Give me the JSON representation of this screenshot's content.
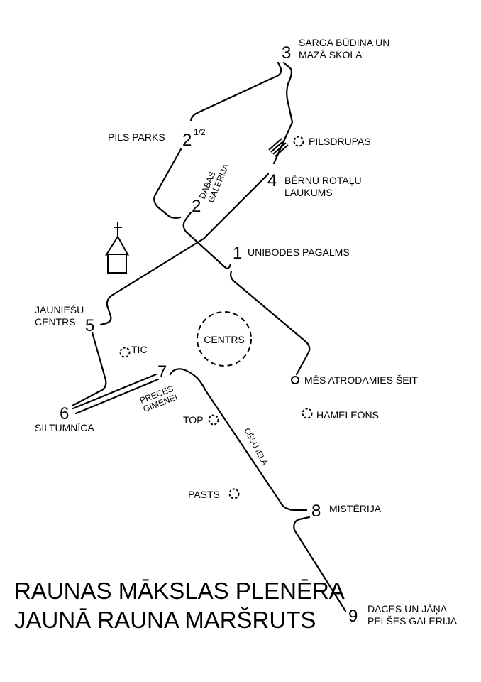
{
  "title": {
    "line1": "RAUNAS MĀKSLAS PLENĒRA",
    "line2": "JAUNĀ RAUNA MARŠRUTS"
  },
  "stops": {
    "s1": {
      "number": "1",
      "name": "UNIBODES PAGALMS"
    },
    "s2": {
      "number": "2",
      "name_line1": "DABAS",
      "name_line2": "GALERIJA"
    },
    "s2half": {
      "number": "2",
      "fraction": "1/2",
      "name": "PILS PARKS"
    },
    "s3": {
      "number": "3",
      "name_line1": "SARGA BŪDIŅA UN",
      "name_line2": "MAZĀ SKOLA"
    },
    "s4": {
      "number": "4",
      "name_line1": "BĒRNU ROTAĻU",
      "name_line2": "LAUKUMS"
    },
    "s5": {
      "number": "5",
      "name_line1": "JAUNIEŠU",
      "name_line2": "CENTRS"
    },
    "s6": {
      "number": "6",
      "name": "SILTUMNĪCA"
    },
    "s7": {
      "number": "7",
      "name_line1": "PRECES",
      "name_line2": "ĢIMENEI"
    },
    "s8": {
      "number": "8",
      "name": "MISTĒRIJA"
    },
    "s9": {
      "number": "9",
      "name_line1": "DACES UN JĀŅA",
      "name_line2": "PELŠES GALERIJA"
    }
  },
  "landmarks": {
    "pilsdrupas": "PILSDRUPAS",
    "tic": "TIC",
    "top": "TOP",
    "pasts": "PASTS",
    "hameleons": "HAMELEONS",
    "centrs": "CENTRS",
    "you_are_here": "MĒS ATRODAMIES ŠEIT"
  },
  "street": "CĒSU IELA",
  "icons": {
    "church": "church-icon",
    "you_are_here": "you-are-here-marker-icon",
    "landmark": "dashed-circle-landmark-icon",
    "bridge": "bridge-hatch-icon"
  }
}
